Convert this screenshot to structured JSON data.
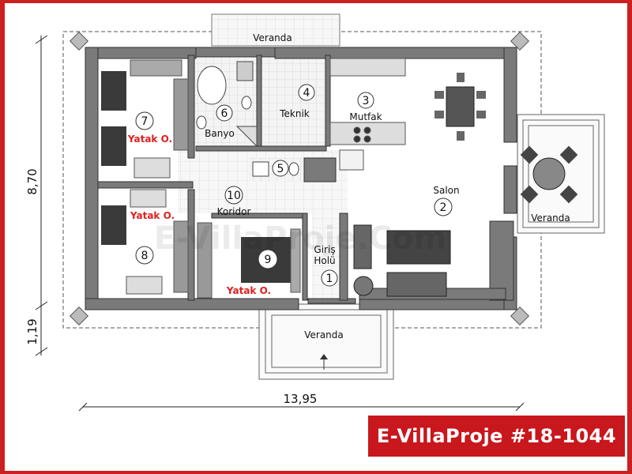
{
  "rooms": {
    "r1": {
      "num": "1",
      "name_line1": "Giriş",
      "name_line2": "Holü"
    },
    "r2": {
      "num": "2",
      "name": "Salon"
    },
    "r3": {
      "num": "3",
      "name": "Mutfak"
    },
    "r4": {
      "num": "4",
      "name": "Teknik"
    },
    "r5": {
      "num": "5"
    },
    "r6": {
      "num": "6",
      "name": "Banyo"
    },
    "r7": {
      "num": "7",
      "name": "Yatak O."
    },
    "r8": {
      "num": "8",
      "name": "Yatak O."
    },
    "r9": {
      "num": "9",
      "name": "Yatak O."
    },
    "r10": {
      "num": "10",
      "name": "Koridor"
    }
  },
  "verandas": {
    "top": "Veranda",
    "right": "Veranda",
    "bottom": "Veranda"
  },
  "dimensions": {
    "height_main": "8,70",
    "height_small": "1,19",
    "width": "13,95"
  },
  "watermark": "E-VillaProje.Com",
  "badge": "E-VillaProje #18-1044",
  "colors": {
    "frame": "#cc1f1f",
    "wall": "#6e6e6e",
    "room_label_red": "#e02020"
  }
}
